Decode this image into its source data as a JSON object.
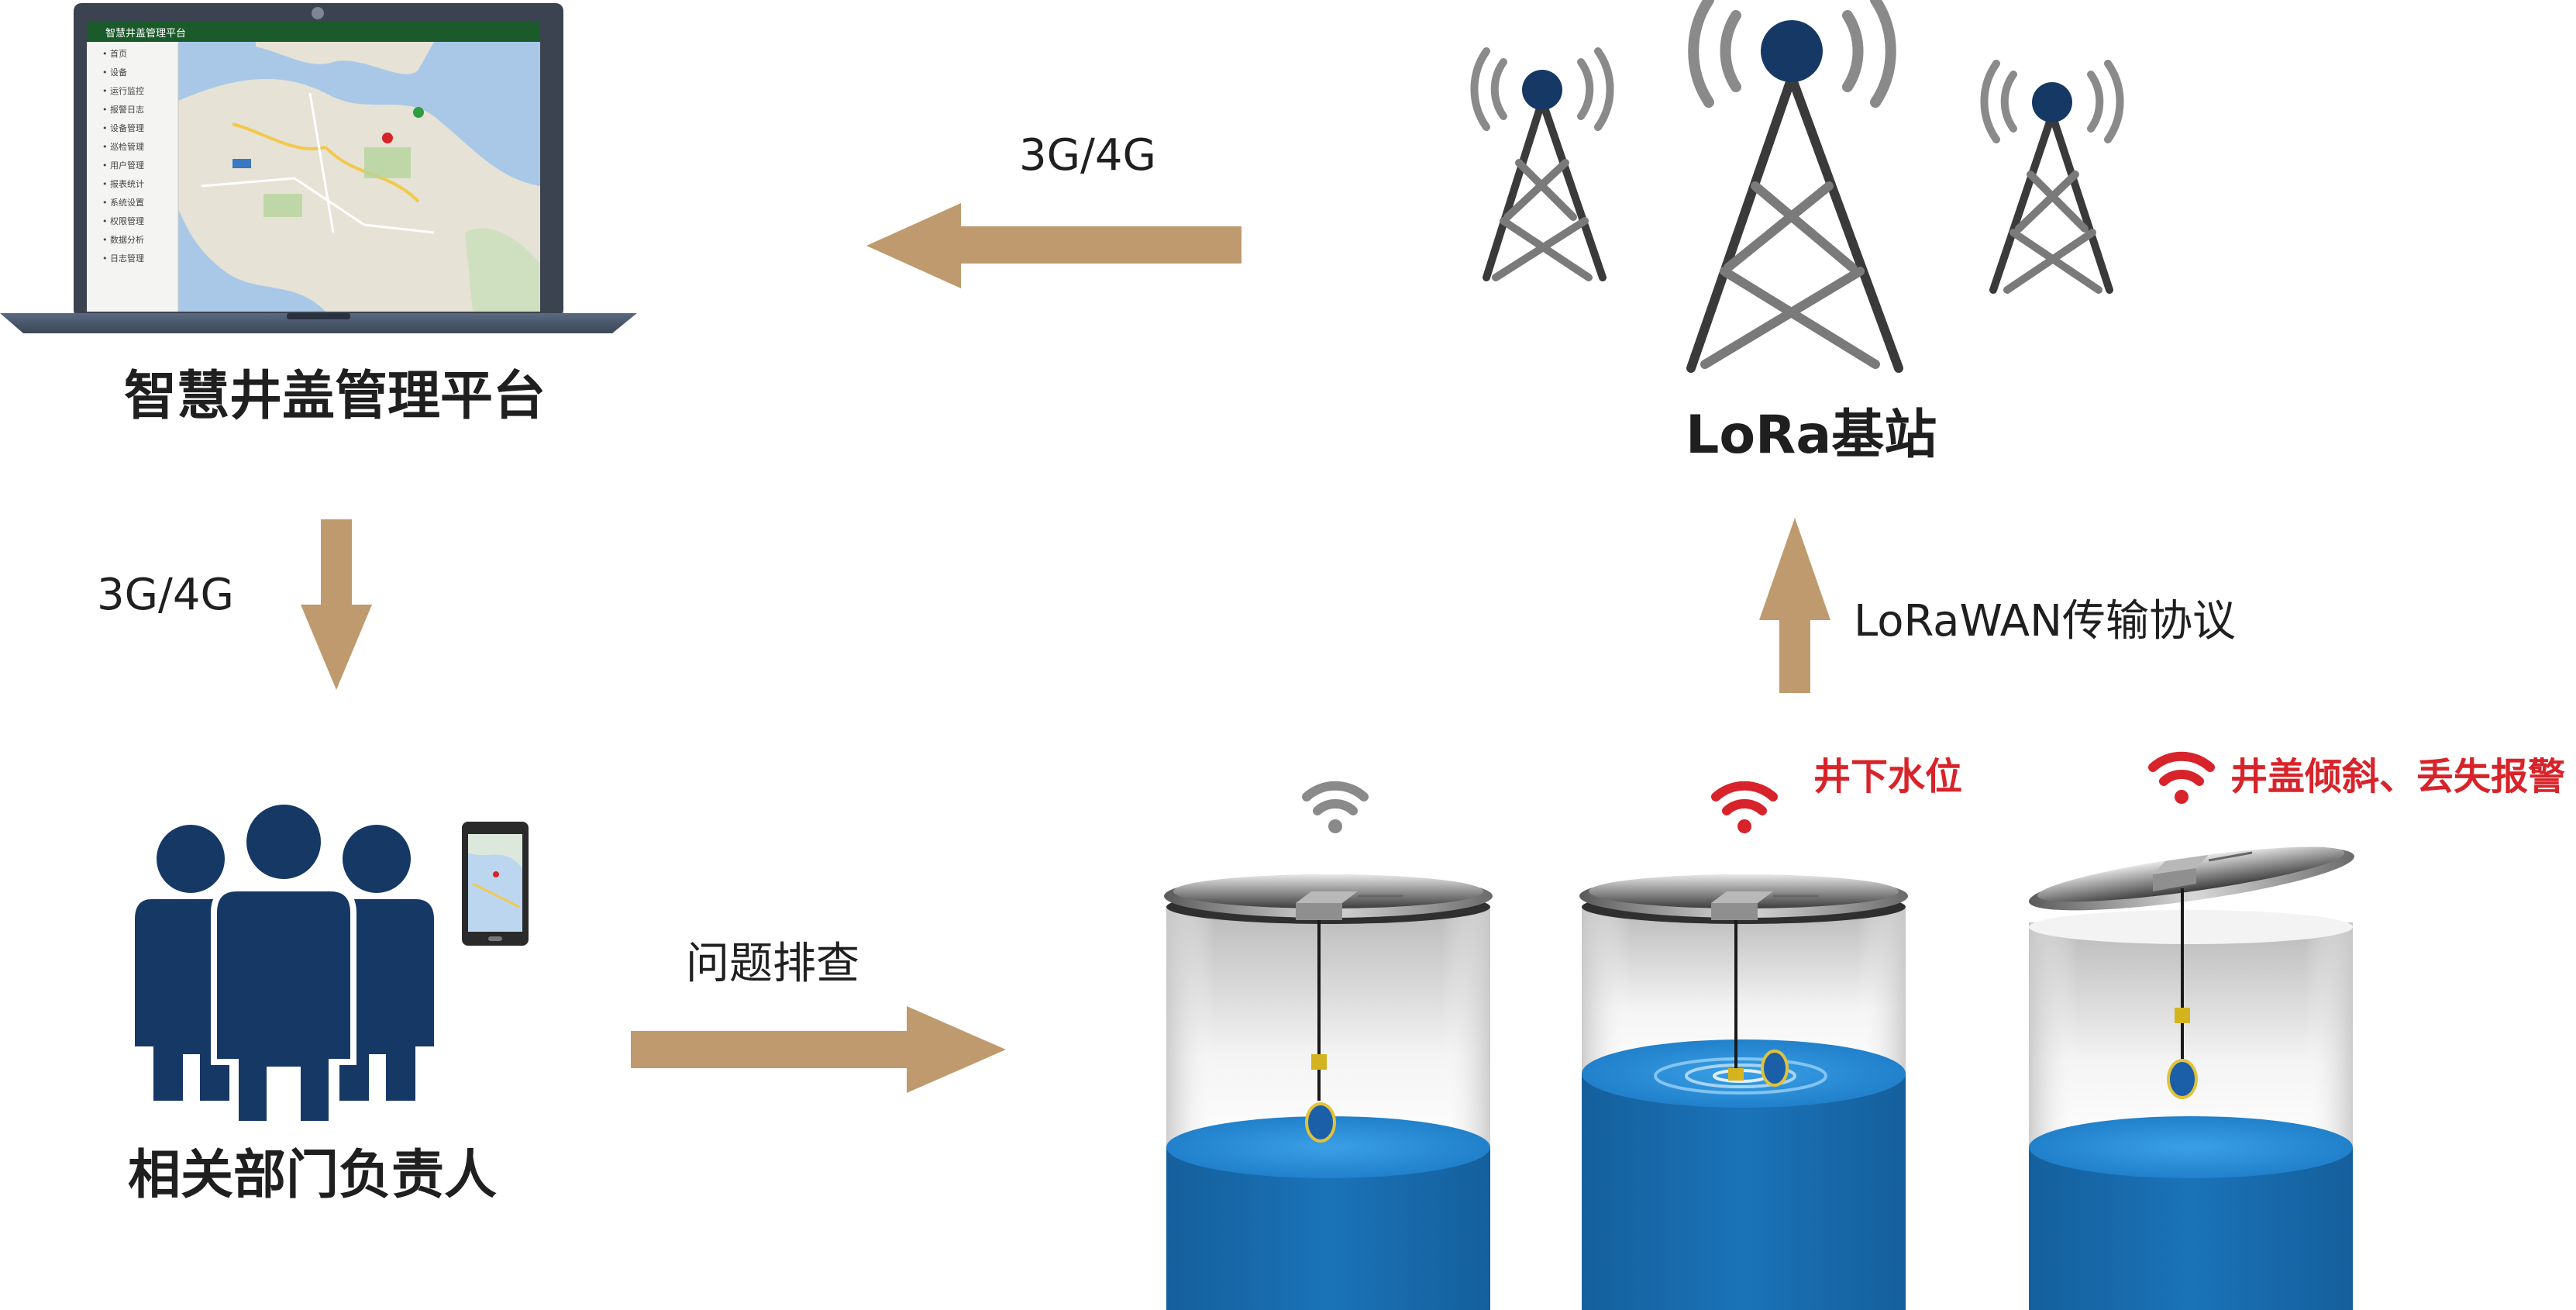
{
  "platform": {
    "title": "智慧井盖管理平台",
    "screen_title": "智慧井盖管理平台",
    "menu_items": [
      "• 首页",
      "• 设备",
      "• 运行监控",
      "• 报警日志",
      "• 设备管理",
      "• 巡检管理",
      "• 用户管理",
      "• 报表统计",
      "• 系统设置",
      "• 权限管理",
      "• 数据分析",
      "• 日志管理"
    ]
  },
  "base_station": {
    "title": "LoRa基站"
  },
  "departments": {
    "title": "相关部门负责人"
  },
  "flows": {
    "station_to_platform": "3G/4G",
    "platform_to_departments": "3G/4G",
    "departments_to_wells": "问题排查",
    "wells_to_station": "LoRaWAN传输协议"
  },
  "wells": [
    {
      "status": "normal",
      "alert_label": ""
    },
    {
      "status": "water-level",
      "alert_label": "井下水位"
    },
    {
      "status": "tilt-loss",
      "alert_label": "井盖倾斜、丢失报警"
    }
  ],
  "colors": {
    "arrow": "#bf9a6e",
    "navy": "#163865",
    "alert_red": "#d8232a",
    "signal_gray": "#8a8a8a",
    "water_blue": "#1a73b8"
  }
}
